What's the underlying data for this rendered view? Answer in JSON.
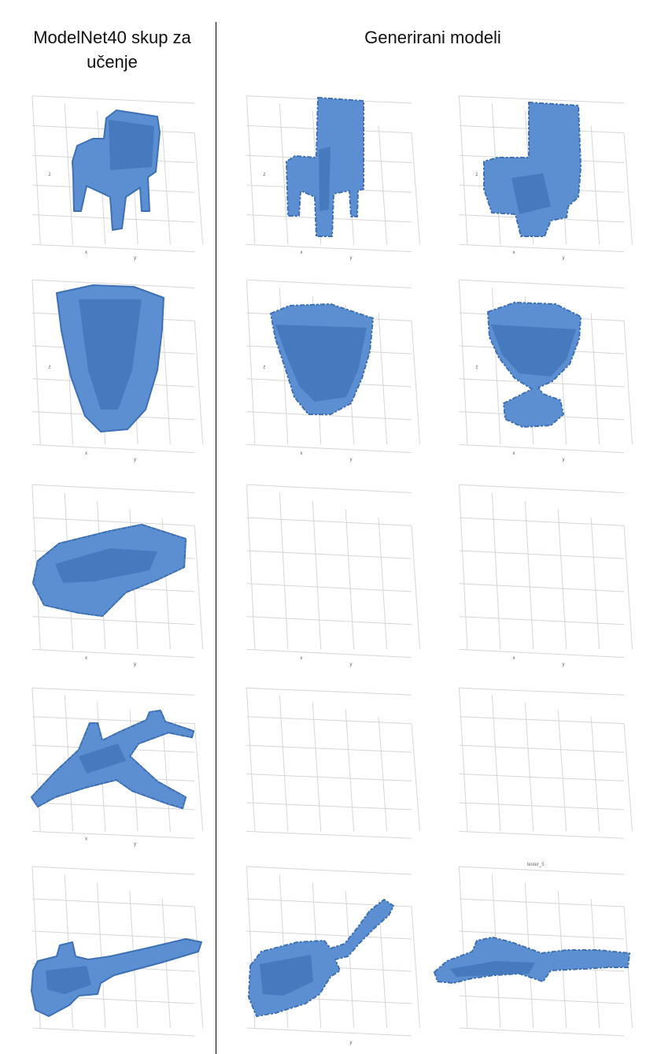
{
  "headers": {
    "training": "ModelNet40 skup za učenje",
    "generated": "Generirani modeli"
  },
  "colors": {
    "model": "#5b8fd1",
    "model_edge": "#3d70b4",
    "model_shade": "#3f73b8",
    "grid": "#d6d6d6"
  },
  "rows": [
    {
      "category": "chair",
      "cells": [
        {
          "kind": "chair",
          "axes": [
            "x",
            "y",
            "z"
          ]
        },
        {
          "kind": "chair-tall",
          "axes": [
            "x",
            "y",
            "z"
          ]
        },
        {
          "kind": "chair-throne",
          "axes": [
            "x",
            "y",
            "z"
          ]
        }
      ]
    },
    {
      "category": "cup",
      "cells": [
        {
          "kind": "vase",
          "axes": [
            "x",
            "y",
            "z"
          ]
        },
        {
          "kind": "cup",
          "axes": [
            "x",
            "y",
            "z"
          ]
        },
        {
          "kind": "goblet",
          "axes": [
            "x",
            "y",
            "z"
          ]
        }
      ]
    },
    {
      "category": "car",
      "cells": [
        {
          "kind": "car",
          "axes": [
            "x",
            "y"
          ]
        },
        {
          "kind": "car",
          "axes": [
            "x",
            "y"
          ]
        },
        {
          "kind": "car",
          "axes": [
            "x",
            "y"
          ]
        }
      ]
    },
    {
      "category": "airplane",
      "cells": [
        {
          "kind": "plane",
          "axes": [
            "x",
            "y"
          ]
        },
        {
          "kind": "plane",
          "axes": []
        },
        {
          "kind": "plane",
          "axes": []
        }
      ]
    },
    {
      "category": "guitar",
      "cells": [
        {
          "kind": "guitar",
          "axes": []
        },
        {
          "kind": "guitar-tilt",
          "axes": [
            "y"
          ]
        },
        {
          "kind": "guitar-flat",
          "axes": [],
          "caption": "tester_5"
        }
      ]
    }
  ]
}
